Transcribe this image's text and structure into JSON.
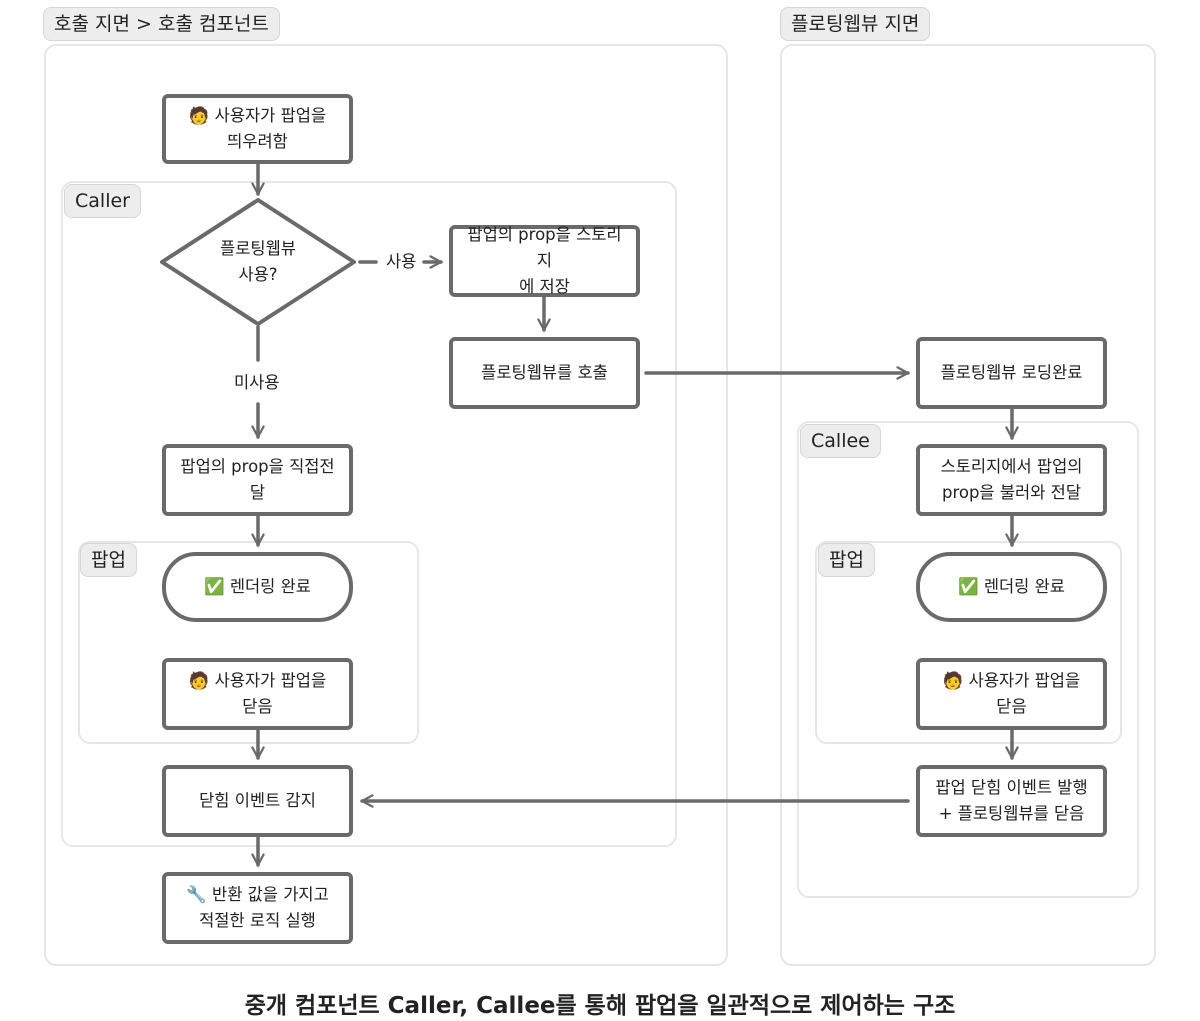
{
  "groups": {
    "caller_page": "호출 지면 > 호출 컴포넌트",
    "floating_page": "플로팅웹뷰 지면",
    "caller": "Caller",
    "callee": "Callee",
    "popup_left": "팝업",
    "popup_right": "팝업"
  },
  "nodes": {
    "user_open_1": "🧑 사용자가 팝업을",
    "user_open_2": "띄우려함",
    "decision_1": "플로팅웹뷰",
    "decision_2": "사용?",
    "store_1": "팝업의 prop을 스토리지",
    "store_2": "에 저장",
    "call_webview": "플로팅웹뷰를 호출",
    "direct_pass": "팝업의 prop을 직접전달",
    "render_left": "✅ 렌더링 완료",
    "user_close_left_1": "🧑 사용자가 팝업을",
    "user_close_left_2": "닫음",
    "detect_close": "닫힘 이벤트 감지",
    "final_1": "🔧 반환 값을 가지고",
    "final_2": "적절한 로직 실행",
    "webview_loaded": "플로팅웹뷰 로딩완료",
    "load_storage_1": "스토리지에서 팝업의",
    "load_storage_2": "prop을 불러와 전달",
    "render_right": "✅ 렌더링 완료",
    "user_close_right_1": "🧑 사용자가 팝업을",
    "user_close_right_2": "닫음",
    "emit_close_1": "팝업 닫힘 이벤트 발행",
    "emit_close_2": "+ 플로팅웹뷰를 닫음"
  },
  "edge_labels": {
    "use": "사용",
    "not_use": "미사용"
  },
  "caption": "중개 컴포넌트 Caller, Callee를 통해 팝업을 일관적으로 제어하는 구조"
}
